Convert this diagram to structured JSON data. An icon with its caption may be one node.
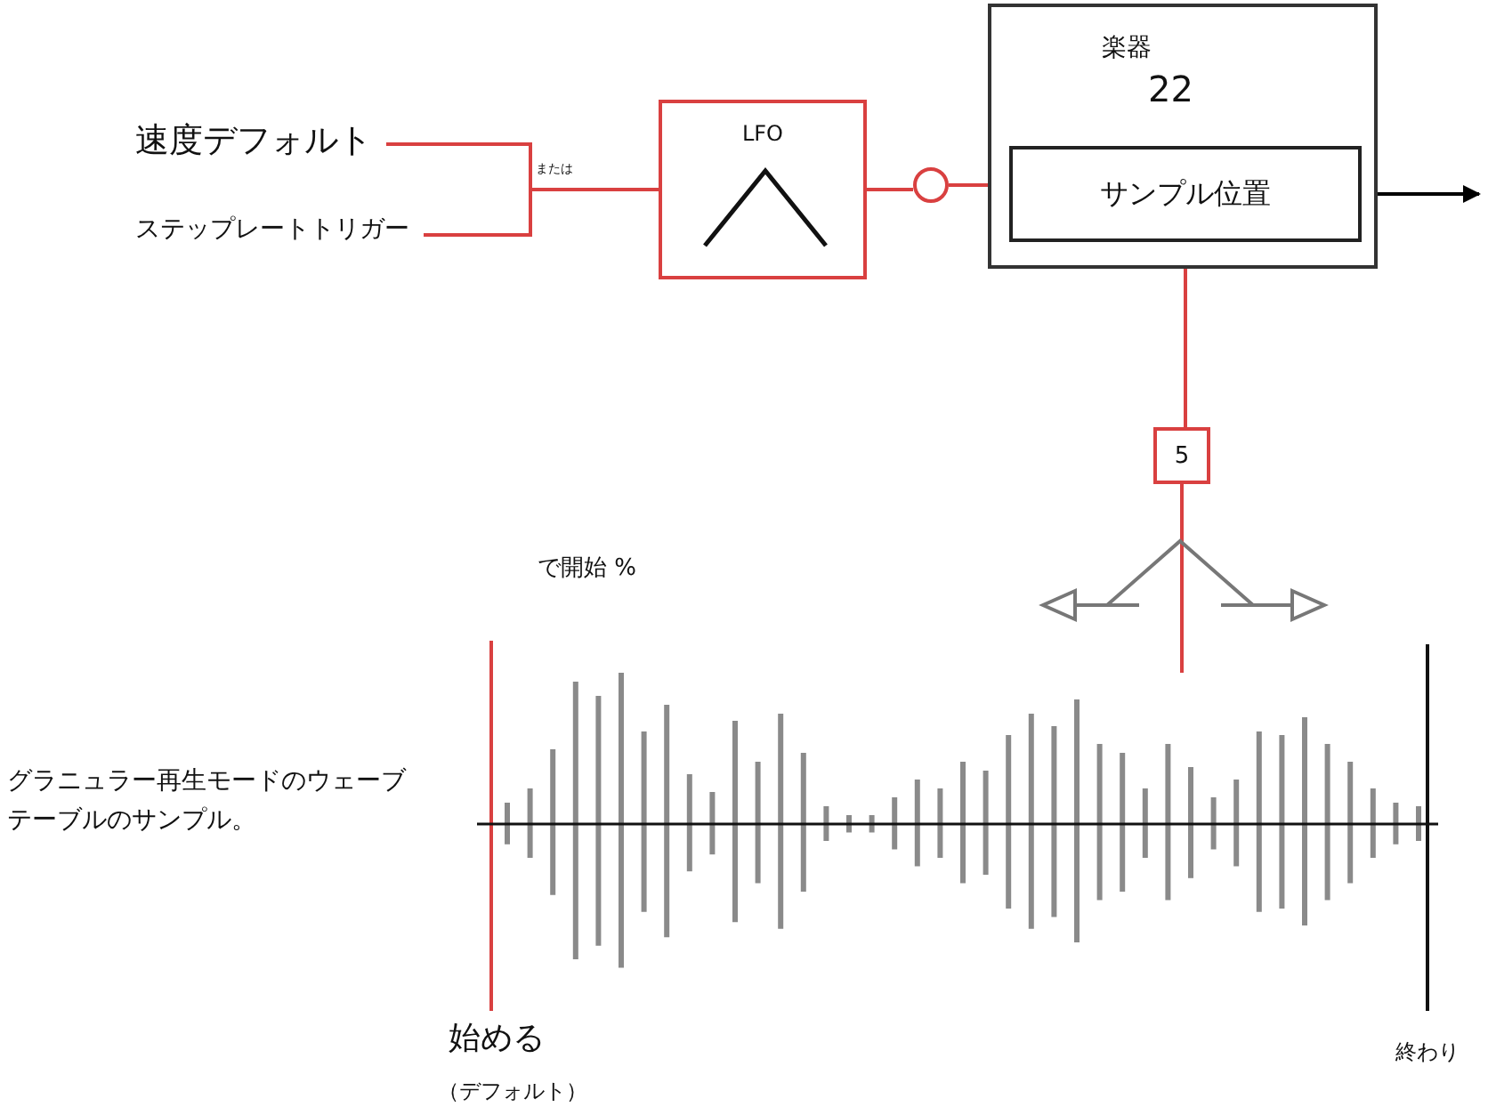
{
  "diagram": {
    "nodes": [
      {
        "text": [
          "速度デフォルト"
        ]
      },
      {
        "text": [
          "ステップレートトリガー"
        ]
      },
      {
        "text": [
          "LFO"
        ]
      },
      {
        "text": [],
        "shape": "circle"
      },
      {
        "text": [
          "楽器",
          "22"
        ]
      },
      {
        "text": [
          "サンプル位置"
        ],
        "in": 4
      },
      {
        "text": [
          "5"
        ]
      },
      {
        "text": [],
        "shape": "waveform"
      }
    ],
    "edges": [
      {
        "from": 0,
        "to": 2,
        "arrow": "none"
      },
      {
        "from": 1,
        "to": 2,
        "arrow": "none"
      },
      {
        "from": 2,
        "to": 3,
        "arrow": "none"
      },
      {
        "from": 3,
        "to": 5,
        "arrow": "none"
      },
      {
        "from": 5,
        "to": null,
        "arrow": "to",
        "color": "#000000"
      },
      {
        "from": 5,
        "to": 6,
        "arrow": "none"
      },
      {
        "from": 6,
        "to": 7,
        "arrow": "none"
      }
    ],
    "labels": [
      "または",
      "で開始 %",
      "グラニュラー再生モードのウェーブテーブルのサンプル。",
      "始める",
      "（デフォルト）",
      "終わり"
    ]
  }
}
